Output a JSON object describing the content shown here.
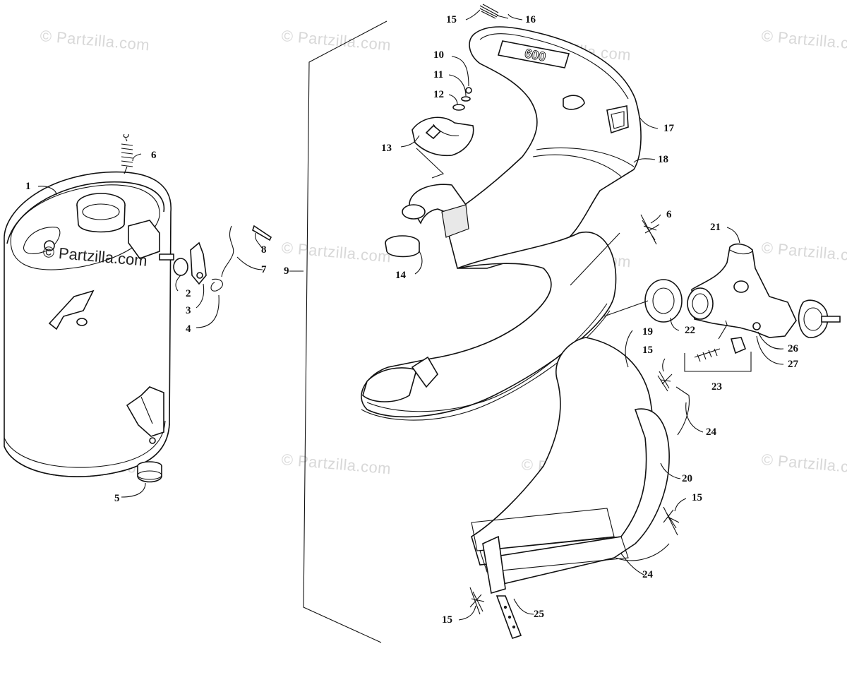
{
  "watermark": {
    "text": "© Partzilla.com",
    "inline_text": "© Partzilla.com"
  },
  "callouts": [
    {
      "id": "c1",
      "text": "1"
    },
    {
      "id": "c2",
      "text": "2"
    },
    {
      "id": "c3",
      "text": "3"
    },
    {
      "id": "c4",
      "text": "4"
    },
    {
      "id": "c5",
      "text": "5"
    },
    {
      "id": "c6a",
      "text": "6"
    },
    {
      "id": "c6b",
      "text": "6"
    },
    {
      "id": "c7",
      "text": "7"
    },
    {
      "id": "c8",
      "text": "8"
    },
    {
      "id": "c9",
      "text": "9"
    },
    {
      "id": "c10",
      "text": "10"
    },
    {
      "id": "c11",
      "text": "11"
    },
    {
      "id": "c12",
      "text": "12"
    },
    {
      "id": "c13",
      "text": "13"
    },
    {
      "id": "c14",
      "text": "14"
    },
    {
      "id": "c15a",
      "text": "15"
    },
    {
      "id": "c15b",
      "text": "15"
    },
    {
      "id": "c15c",
      "text": "15"
    },
    {
      "id": "c15d",
      "text": "15"
    },
    {
      "id": "c16",
      "text": "16"
    },
    {
      "id": "c17",
      "text": "17"
    },
    {
      "id": "c18",
      "text": "18"
    },
    {
      "id": "c19",
      "text": "19"
    },
    {
      "id": "c20",
      "text": "20"
    },
    {
      "id": "c21",
      "text": "21"
    },
    {
      "id": "c22",
      "text": "22"
    },
    {
      "id": "c23",
      "text": "23"
    },
    {
      "id": "c24a",
      "text": "24"
    },
    {
      "id": "c24b",
      "text": "24"
    },
    {
      "id": "c25",
      "text": "25"
    },
    {
      "id": "c26",
      "text": "26"
    },
    {
      "id": "c27",
      "text": "27"
    }
  ],
  "pipe_logo_text": "600"
}
